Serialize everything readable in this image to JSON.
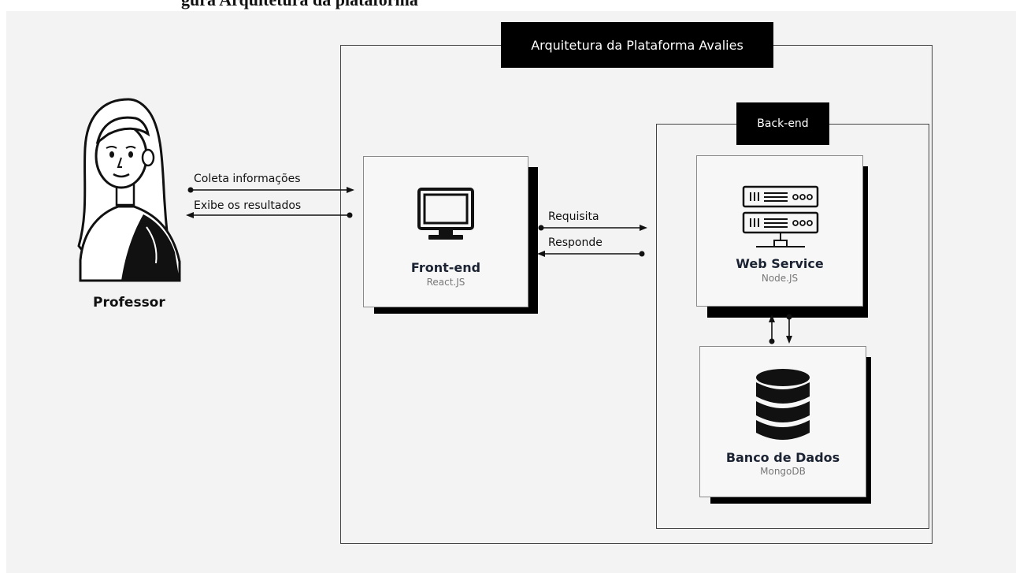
{
  "caption_fragment": "gura   Arquitetura da plataforma",
  "platform": {
    "title": "Arquitetura da Plataforma Avalies"
  },
  "actor": {
    "name": "Professor",
    "icon": "woman-user-icon"
  },
  "frontend": {
    "title": "Front-end",
    "tech": "React.JS",
    "icon": "monitor-icon"
  },
  "backend": {
    "tag": "Back-end",
    "webservice": {
      "title": "Web Service",
      "tech": "Node.JS",
      "icon": "server-icon"
    },
    "database": {
      "title": "Banco de Dados",
      "tech": "MongoDB",
      "icon": "database-icon"
    }
  },
  "connections": {
    "collect": "Coleta informações",
    "display": "Exibe os resultados",
    "request": "Requisita",
    "respond": "Responde"
  },
  "colors": {
    "background": "#f3f3f3",
    "card": "#f7f7f7",
    "title_text": "#1b2333",
    "sub_text": "#777777",
    "tag_bg": "#000000"
  }
}
